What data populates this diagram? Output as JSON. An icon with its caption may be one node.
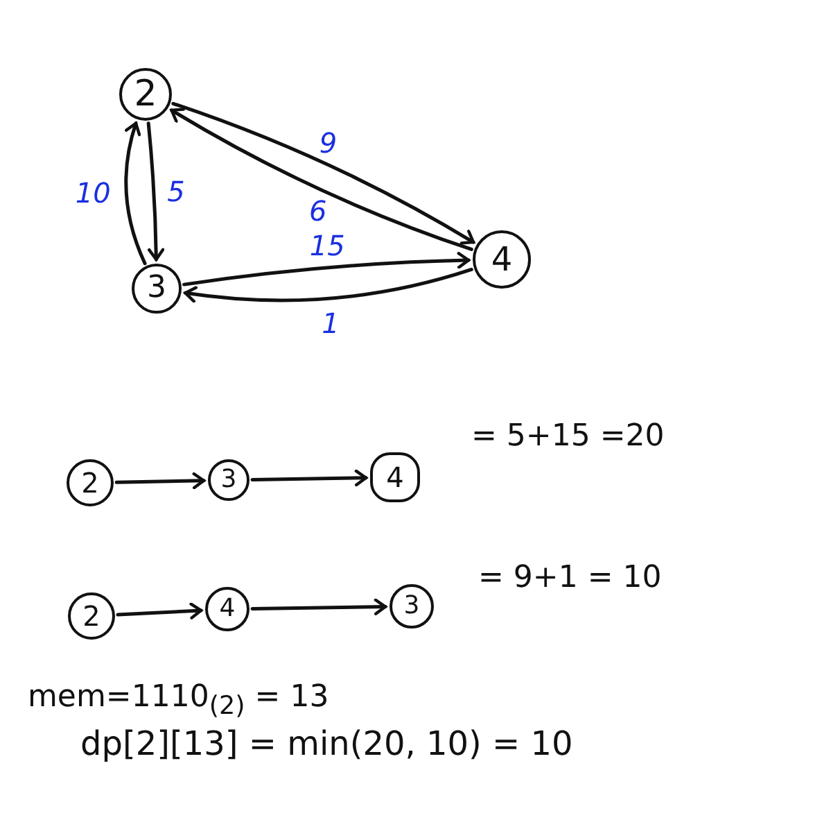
{
  "diagram": {
    "nodes": [
      {
        "text": [
          "2"
        ]
      },
      {
        "text": [
          "3"
        ]
      },
      {
        "text": [
          "4"
        ]
      },
      {
        "text": [
          "2"
        ]
      },
      {
        "text": [
          "3"
        ]
      },
      {
        "text": [
          "4"
        ]
      },
      {
        "text": [
          "2"
        ]
      },
      {
        "text": [
          "4"
        ]
      },
      {
        "text": [
          "3"
        ]
      }
    ],
    "edges": [
      {
        "from": 0,
        "to": 2,
        "arrow": "to",
        "label": "9"
      },
      {
        "from": 2,
        "to": 0,
        "arrow": "to",
        "label": "6"
      },
      {
        "from": 0,
        "to": 1,
        "arrow": "to",
        "label": "5"
      },
      {
        "from": 1,
        "to": 0,
        "arrow": "to",
        "label": "10"
      },
      {
        "from": 1,
        "to": 2,
        "arrow": "to",
        "label": "15"
      },
      {
        "from": 2,
        "to": 1,
        "arrow": "to",
        "label": "1"
      },
      {
        "from": 3,
        "to": 4,
        "arrow": "to"
      },
      {
        "from": 4,
        "to": 5,
        "arrow": "to"
      },
      {
        "from": 6,
        "to": 7,
        "arrow": "to"
      },
      {
        "from": 7,
        "to": 8,
        "arrow": "to"
      }
    ],
    "labels": [
      "= 5+15 =20",
      "= 9+1 = 10",
      "mem=1110$_{(2)}$ = 13",
      "dp[2][13] = min(20, 10) = 10"
    ]
  }
}
